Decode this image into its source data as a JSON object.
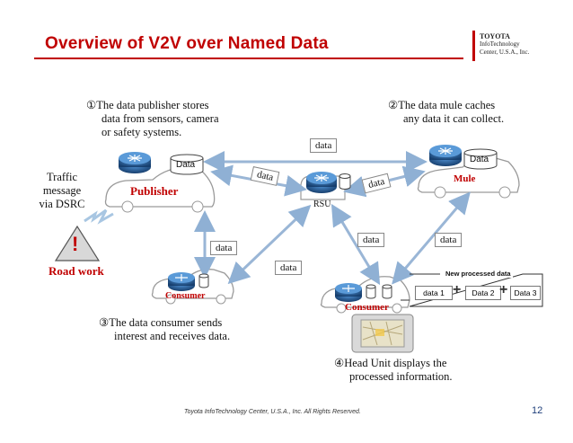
{
  "header": {
    "title": "Overview of V2V over Named Data",
    "logo_line1": "TOYOTA",
    "logo_line2": "InfoTechnology",
    "logo_line3": "Center, U.S.A., Inc."
  },
  "annotations": {
    "publisher_1": "①The data publisher stores",
    "publisher_2": "data from sensors, camera",
    "publisher_3": "or safety systems.",
    "mule_1": "②The data mule caches",
    "mule_2": "any data it can collect.",
    "consumer_1": "③The data consumer sends",
    "consumer_2": "interest and receives data.",
    "headunit_1": "④Head Unit displays the",
    "headunit_2": "processed information."
  },
  "traffic": {
    "line1": "Traffic",
    "line2": "message",
    "line3": "via DSRC",
    "road_work": "Road work",
    "warning_glyph": "!"
  },
  "nodes": {
    "publisher": "Publisher",
    "mule": "Mule",
    "rsu": "RSU",
    "consumer_left": "Consumer",
    "consumer_right": "Consumer",
    "store_label": "Data"
  },
  "flows": {
    "label_top": "data",
    "label_pub_rsu": "data",
    "label_rsu_mule": "data",
    "label_pub_con": "data",
    "label_rsu_con": "data",
    "label_rsu_con2": "data",
    "label_mule_con": "data"
  },
  "processing": {
    "title": "New processed data",
    "item1": "data 1",
    "item2": "Data 2",
    "item3": "Data 3",
    "plus": "+"
  },
  "footer": {
    "text": "Toyota InfoTechnology Center, U.S.A., Inc.  All Rights Reserved.",
    "page": "12"
  },
  "colors": {
    "accent_red": "#c00000",
    "router_blue": "#1f5e9e",
    "arrow_blue": "#9ab6d6"
  }
}
